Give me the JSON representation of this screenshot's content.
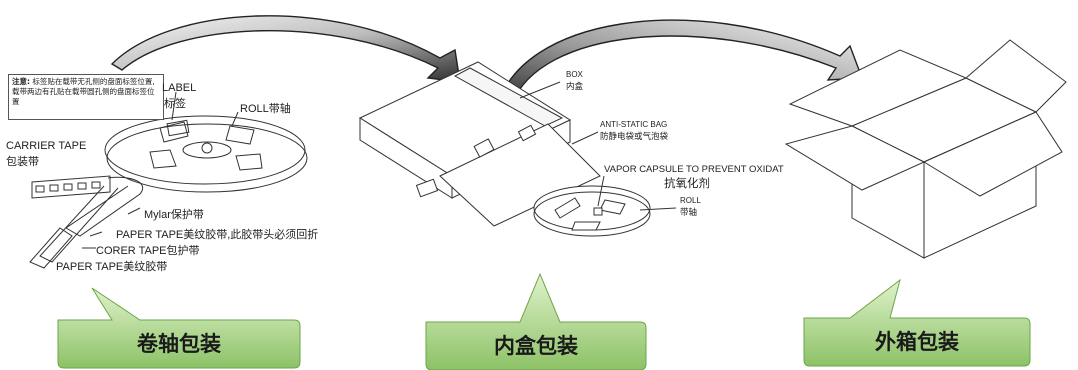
{
  "note": {
    "prefix": "注意:",
    "text": "标签贴在载带无孔侧的盘面标签位置,载带两边有孔贴在载带圆孔侧的盘面标签位置"
  },
  "reel": {
    "label_en": "LABEL",
    "label_cn": "标签",
    "roll": "ROLL带轴",
    "carrier_en": "CARRIER TAPE",
    "carrier_cn": "包装带",
    "mylar": "Mylar保护带",
    "paper_tape_note": "PAPER TAPE美纹胶带,此胶带头必须回折",
    "corer_tape": "CORER TAPE包护带",
    "paper_tape": "PAPER TAPE美纹胶带"
  },
  "inner": {
    "box_en": "BOX",
    "box_cn": "内盒",
    "bag_en": "ANTI-STATIC BAG",
    "bag_cn": "防静电袋或气泡袋",
    "vapor_en": "VAPOR CAPSULE TO PREVENT OXIDAT",
    "vapor_cn": "抗氧化剂",
    "roll_en": "ROLL",
    "roll_cn": "带轴"
  },
  "callouts": [
    {
      "label": "卷轴包装"
    },
    {
      "label": "内盒包装"
    },
    {
      "label": "外箱包装"
    }
  ],
  "colors": {
    "arrow_dark": "#3a3a3a",
    "arrow_light": "#f2f2f2",
    "callout_top": "#d6ecbf",
    "callout_bottom": "#8fc46b",
    "callout_border": "#6ea54b"
  }
}
